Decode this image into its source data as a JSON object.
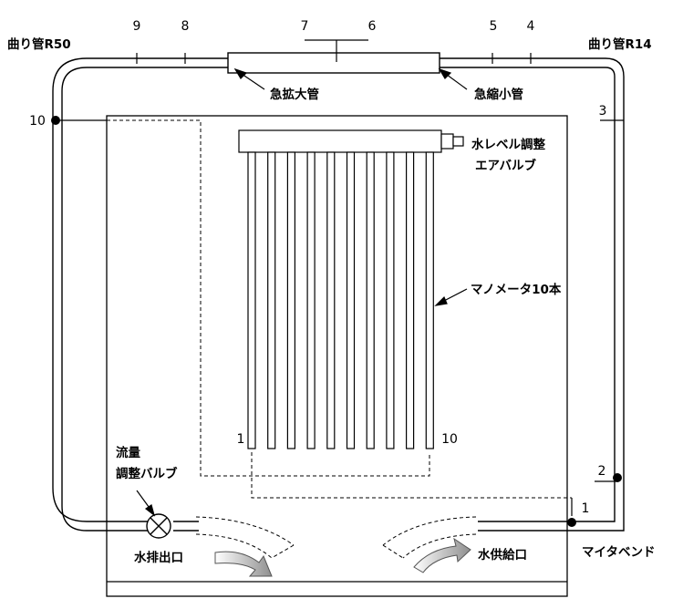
{
  "labels": {
    "bend_r50": "曲り管R50",
    "bend_r14": "曲り管R14",
    "sudden_expansion": "急拡大管",
    "sudden_contraction": "急縮小管",
    "water_level_adjust_line1": "水レベル調整",
    "water_level_adjust_line2": "エアバルブ",
    "manometer": "マノメータ10本",
    "flow_line1": "流量",
    "flow_line2": "調整バルブ",
    "water_outlet": "水排出口",
    "water_inlet": "水供給口",
    "miter_bend": "マイタベンド"
  },
  "point_numbers": {
    "p1": "1",
    "p2": "2",
    "p3": "3",
    "p4": "4",
    "p5": "5",
    "p6": "6",
    "p7": "7",
    "p8": "8",
    "p9": "9",
    "p10": "10"
  },
  "manometer_numbers": {
    "first": "1",
    "last": "10"
  },
  "manometer_tube_count": 10
}
